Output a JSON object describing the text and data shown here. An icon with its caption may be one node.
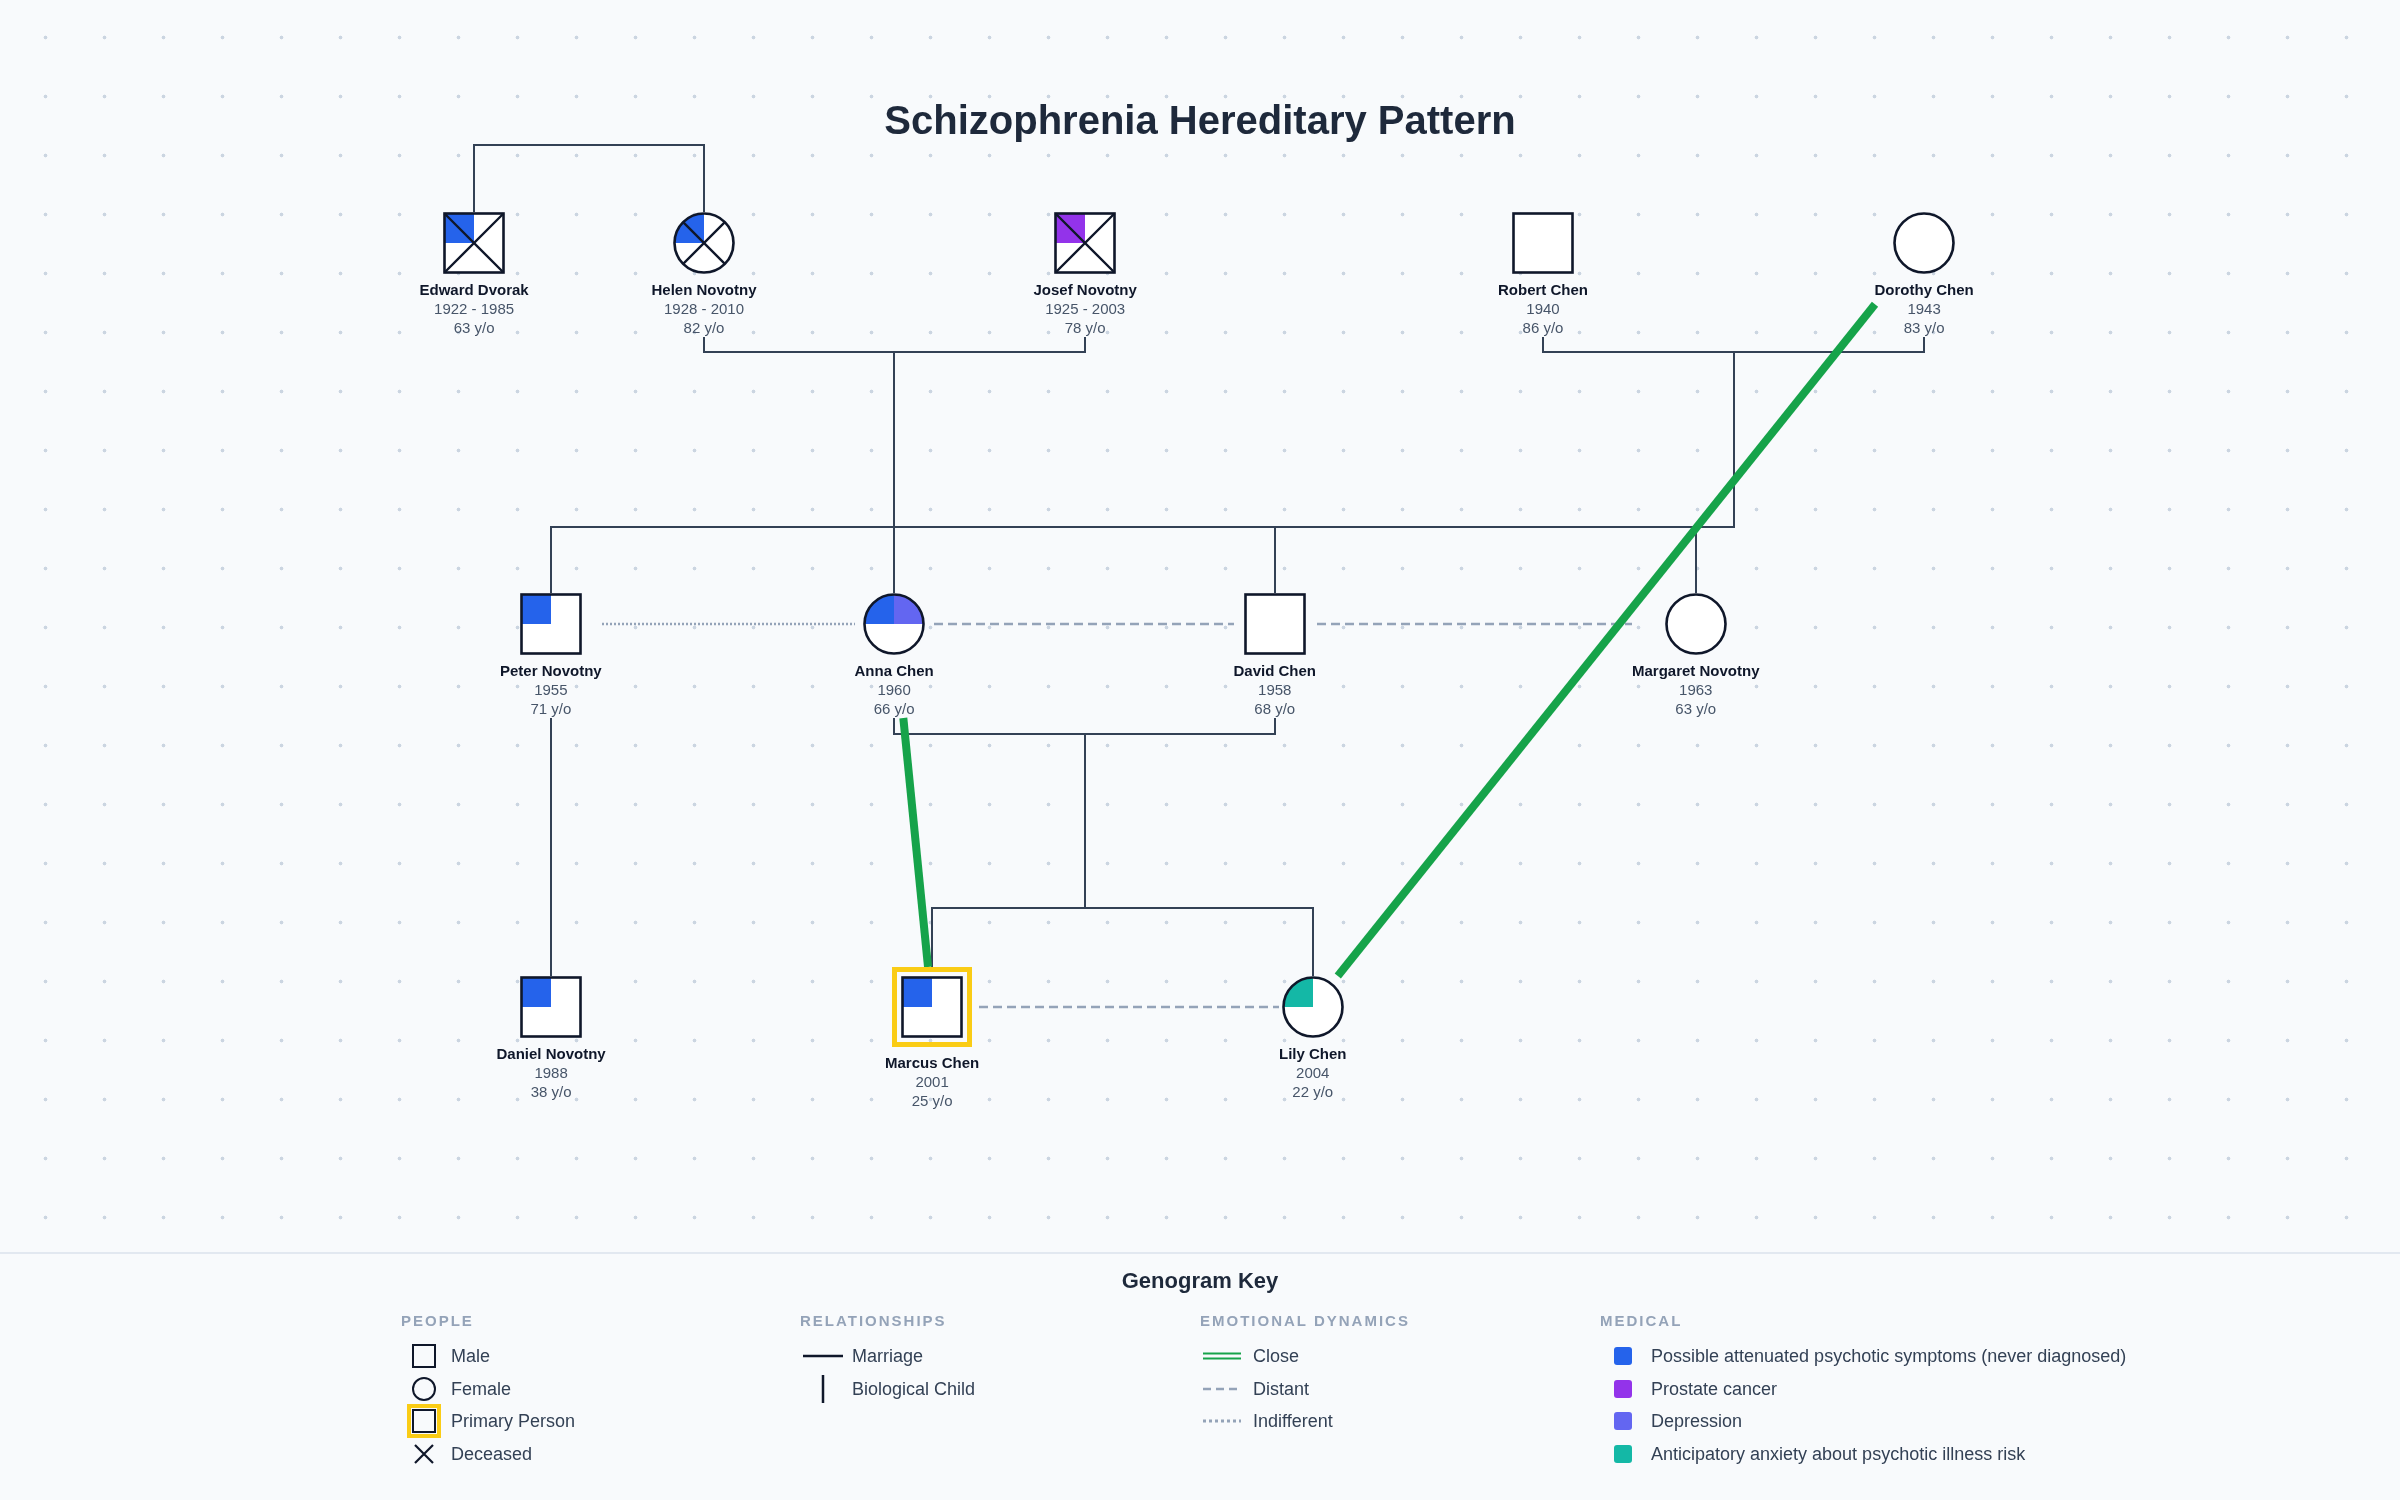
{
  "diagram": {
    "title": "Schizophrenia Hereditary Pattern",
    "nodes": [
      {
        "text": [
          "Edward Dvorak",
          "1922 - 1985",
          "63 y/o"
        ]
      },
      {
        "text": [
          "Helen Novotny",
          "1928 - 2010",
          "82 y/o"
        ]
      },
      {
        "text": [
          "Josef Novotny",
          "1925 - 2003",
          "78 y/o"
        ]
      },
      {
        "text": [
          "Robert Chen",
          "1940",
          "86 y/o"
        ]
      },
      {
        "text": [
          "Dorothy Chen",
          "1943",
          "83 y/o"
        ]
      },
      {
        "text": [
          "Peter Novotny",
          "1955",
          "71 y/o"
        ]
      },
      {
        "text": [
          "Anna Chen",
          "1960",
          "66 y/o"
        ]
      },
      {
        "text": [
          "David Chen",
          "1958",
          "68 y/o"
        ]
      },
      {
        "text": [
          "Margaret Novotny",
          "1963",
          "63 y/o"
        ]
      },
      {
        "text": [
          "Daniel Novotny",
          "1988",
          "38 y/o"
        ]
      },
      {
        "text": [
          "Marcus Chen",
          "2001",
          "25 y/o"
        ]
      },
      {
        "text": [
          "Lily Chen",
          "2004",
          "22 y/o"
        ]
      }
    ],
    "edges": [
      {
        "from": 0,
        "to": 1,
        "arrow": "none"
      },
      {
        "from": 1,
        "to": 2,
        "arrow": "none"
      },
      {
        "from": 3,
        "to": 4,
        "arrow": "none"
      },
      {
        "from": 1,
        "to": 5,
        "arrow": "none"
      },
      {
        "from": 2,
        "to": 5,
        "arrow": "none"
      },
      {
        "from": 1,
        "to": 6,
        "arrow": "none"
      },
      {
        "from": 2,
        "to": 6,
        "arrow": "none"
      },
      {
        "from": 1,
        "to": 8,
        "arrow": "none"
      },
      {
        "from": 2,
        "to": 8,
        "arrow": "none"
      },
      {
        "from": 3,
        "to": 7,
        "arrow": "none"
      },
      {
        "from": 4,
        "to": 7,
        "arrow": "none"
      },
      {
        "from": 6,
        "to": 7,
        "arrow": "none"
      },
      {
        "from": 6,
        "to": 10,
        "arrow": "none"
      },
      {
        "from": 7,
        "to": 10,
        "arrow": "none"
      },
      {
        "from": 6,
        "to": 11,
        "arrow": "none"
      },
      {
        "from": 7,
        "to": 11,
        "arrow": "none"
      },
      {
        "from": 5,
        "to": 9,
        "arrow": "none"
      },
      {
        "from": 5,
        "to": 6,
        "arrow": "none",
        "style": "dashed",
        "color": "#94a3b8"
      },
      {
        "from": 6,
        "to": 7,
        "arrow": "none",
        "style": "dashed",
        "color": "#94a3b8"
      },
      {
        "from": 7,
        "to": 8,
        "arrow": "none",
        "style": "dashed",
        "color": "#94a3b8"
      },
      {
        "from": 10,
        "to": 11,
        "arrow": "none",
        "style": "dashed",
        "color": "#94a3b8"
      },
      {
        "from": 6,
        "to": 10,
        "arrow": "none",
        "style": "thick",
        "color": "#16a34a"
      },
      {
        "from": 4,
        "to": 11,
        "arrow": "none",
        "style": "thick",
        "color": "#16a34a"
      }
    ],
    "labels": [
      "Genogram Key",
      "PEOPLE",
      "RELATIONSHIPS",
      "EMOTIONAL DYNAMICS",
      "MEDICAL"
    ],
    "legend": [
      {
        "text": "Male"
      },
      {
        "text": "Female"
      },
      {
        "text": "Primary Person"
      },
      {
        "text": "Deceased"
      },
      {
        "text": "Marriage"
      },
      {
        "text": "Biological Child"
      },
      {
        "text": "Close"
      },
      {
        "text": "Distant"
      },
      {
        "text": "Indifferent"
      },
      {
        "text": "Possible attenuated psychotic symptoms (never diagnosed)",
        "color": "#2563eb"
      },
      {
        "text": "Prostate cancer",
        "color": "#9333ea"
      },
      {
        "text": "Depression",
        "color": "#6366f1"
      },
      {
        "text": "Anticipatory anxiety about psychotic illness risk",
        "color": "#14b8a6"
      }
    ]
  }
}
